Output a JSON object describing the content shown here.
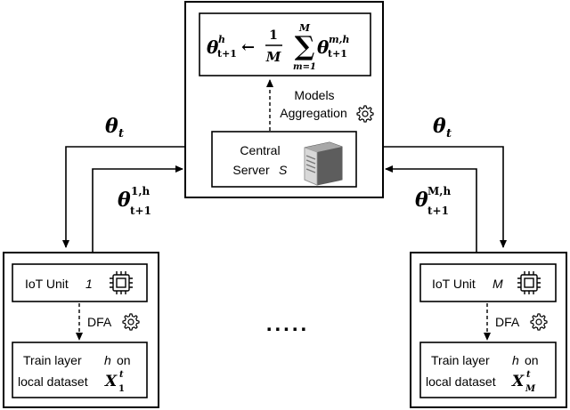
{
  "server": {
    "label_line1": "Central",
    "label_line2": "Server",
    "label_var": "S",
    "aggregation_line1": "Models",
    "aggregation_line2": "Aggregation",
    "formula": {
      "lhs": "θ",
      "lhs_sup": "h",
      "lhs_sub": "t+1",
      "arrow": "←",
      "frac_num": "1",
      "frac_den": "M",
      "sum_top": "M",
      "sum_bottom": "m=1",
      "rhs": "θ",
      "rhs_sup": "m,h",
      "rhs_sub": "t+1"
    }
  },
  "left_link": {
    "down_symbol": "θ",
    "down_sub": "t",
    "up_symbol": "θ",
    "up_sup": "1,h",
    "up_sub": "t+1"
  },
  "right_link": {
    "down_symbol": "θ",
    "down_sub": "t",
    "up_symbol": "θ",
    "up_sup": "M,h",
    "up_sub": "t+1"
  },
  "unit_left": {
    "title": "IoT Unit",
    "title_var": "1",
    "dfa": "DFA",
    "train_line1": "Train layer",
    "train_var": "h",
    "train_on": "on",
    "train_line2": "local dataset",
    "dataset": "X",
    "dataset_sup": "t",
    "dataset_sub": "1"
  },
  "unit_right": {
    "title": "IoT Unit",
    "title_var": "M",
    "dfa": "DFA",
    "train_line1": "Train layer",
    "train_var": "h",
    "train_on": "on",
    "train_line2": "local dataset",
    "dataset": "X",
    "dataset_sup": "t",
    "dataset_sub": "M"
  },
  "ellipsis": "....."
}
